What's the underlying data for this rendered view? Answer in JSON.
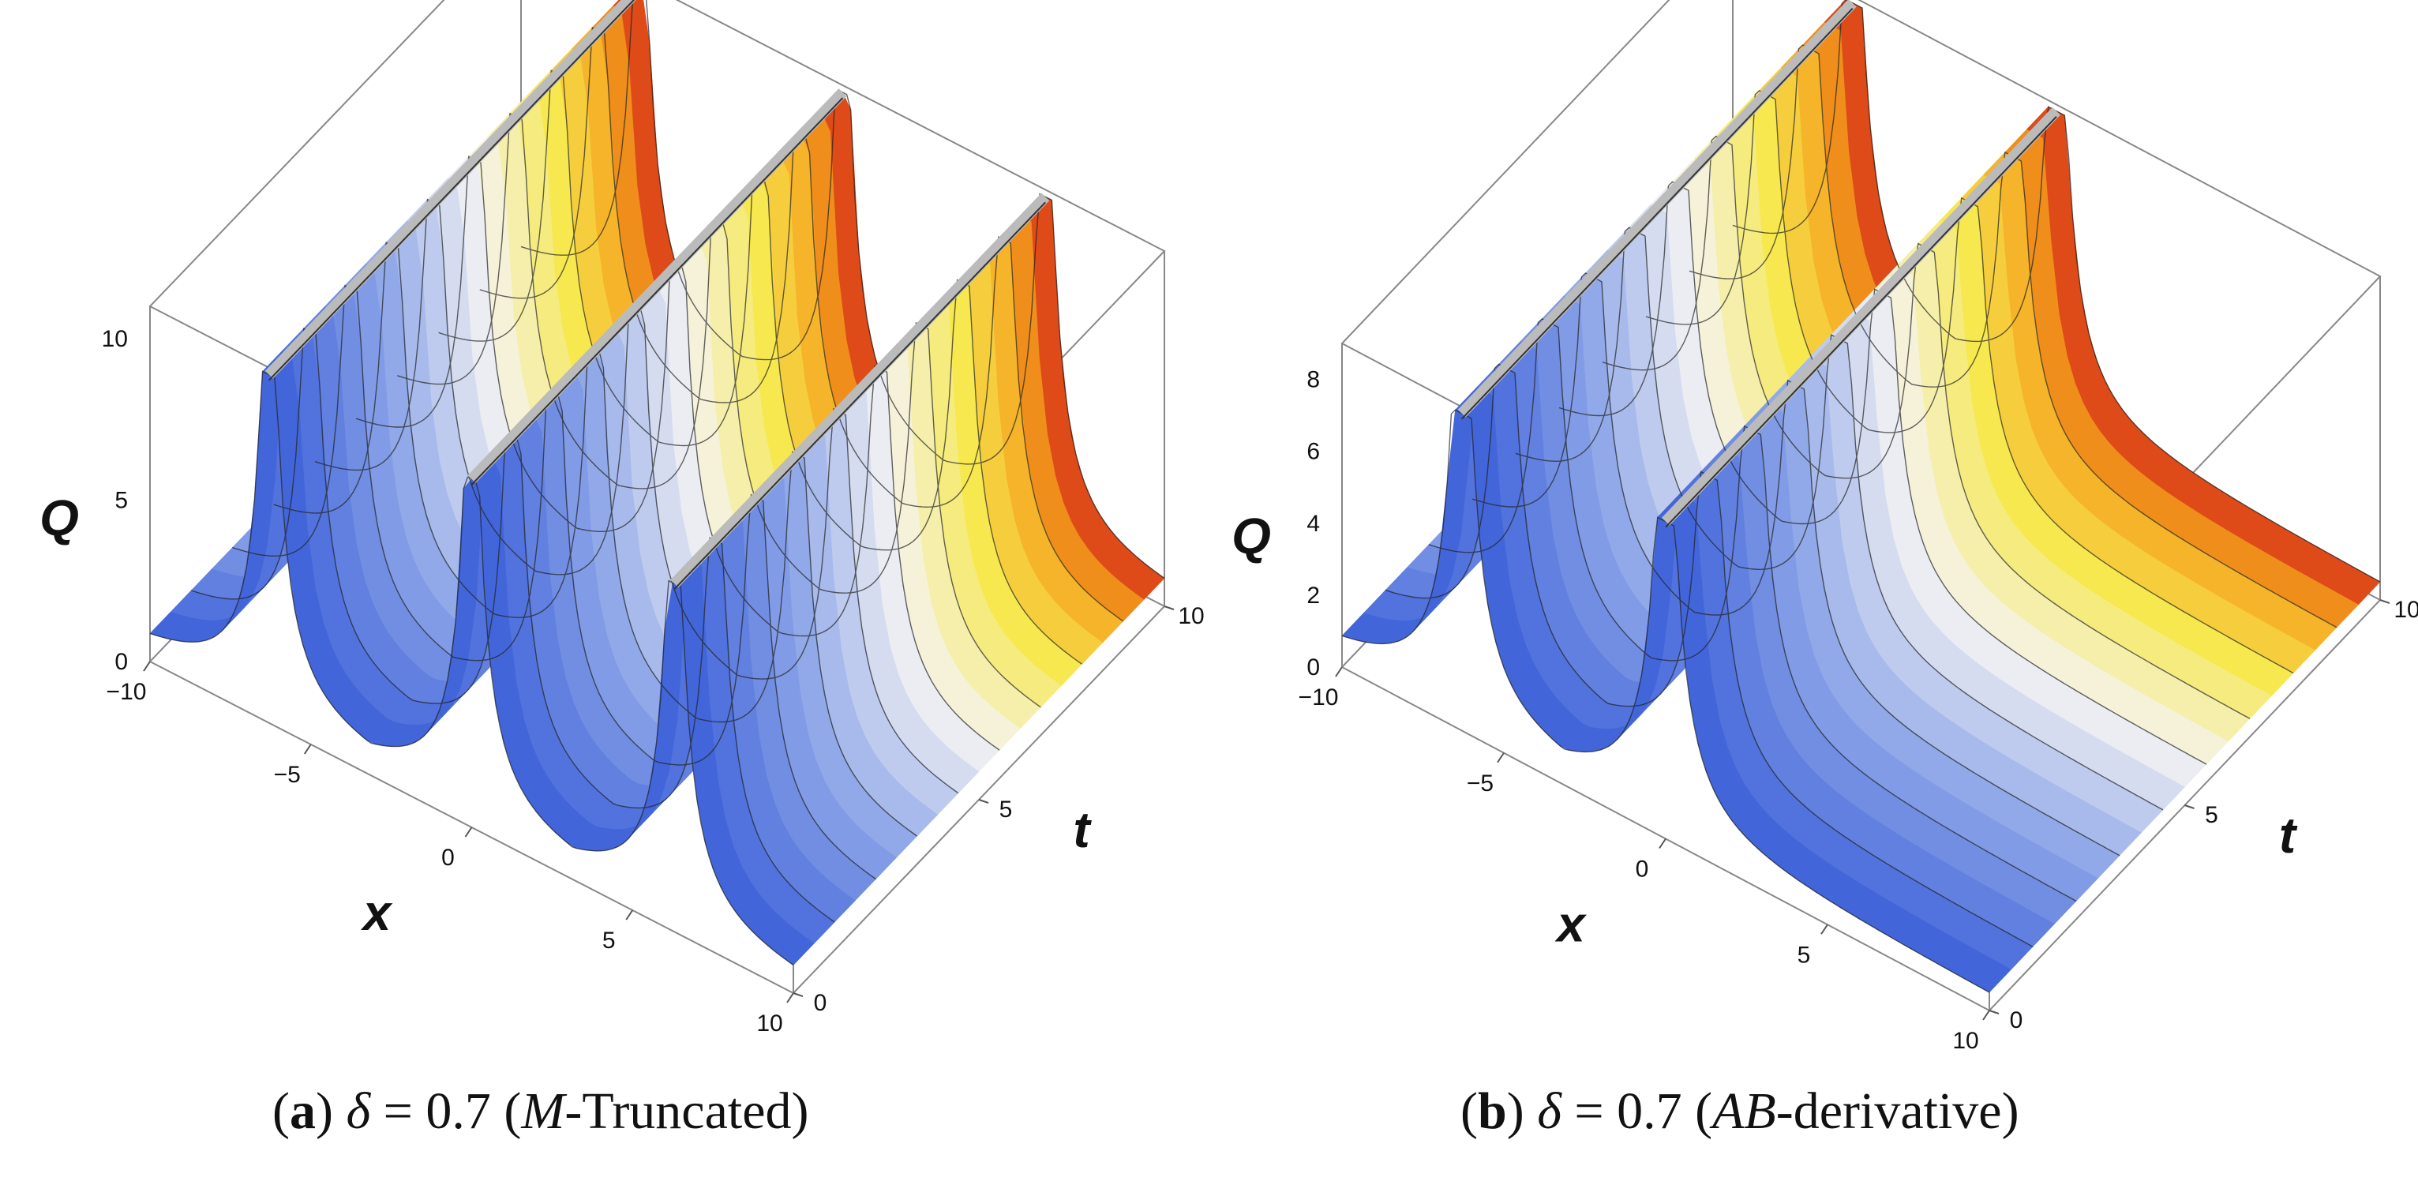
{
  "chart_data": [
    {
      "type": "surface3d",
      "panel_label": "a",
      "caption_symbol": "δ",
      "caption_eq": "= 0.7",
      "caption_note_italic": "M",
      "caption_note_rest": "-Truncated",
      "xlabel": "x",
      "ylabel": "t",
      "zlabel": "Q",
      "xlim": [
        -10,
        10
      ],
      "ylim": [
        0,
        10
      ],
      "zlim": [
        0,
        11
      ],
      "x_ticks": [
        -10,
        -5,
        0,
        5,
        10
      ],
      "y_ticks": [
        0,
        5,
        10
      ],
      "z_ticks": [
        0,
        5,
        10
      ],
      "x_tick_labels": [
        "−10",
        "−5",
        "0",
        "5",
        "10"
      ],
      "y_tick_labels": [
        "0",
        "5",
        "10"
      ],
      "z_tick_labels": [
        "0",
        "5",
        "10"
      ],
      "singularity_x": [
        -6.3,
        0,
        6.3
      ],
      "colormap": [
        "#3a5fd9",
        "#8fa7e8",
        "#f4f4f4",
        "#f7e850",
        "#f4a21c",
        "#d62a18"
      ]
    },
    {
      "type": "surface3d",
      "panel_label": "b",
      "caption_symbol": "δ",
      "caption_eq": "= 0.7",
      "caption_note_italic": "AB",
      "caption_note_rest": "-derivative",
      "xlabel": "x",
      "ylabel": "t",
      "zlabel": "Q",
      "xlim": [
        -10,
        10
      ],
      "ylim": [
        0,
        10
      ],
      "zlim": [
        0,
        9
      ],
      "x_ticks": [
        -10,
        -5,
        0,
        5,
        10
      ],
      "y_ticks": [
        0,
        5,
        10
      ],
      "z_ticks": [
        0,
        2,
        4,
        6,
        8
      ],
      "x_tick_labels": [
        "−10",
        "−5",
        "0",
        "5",
        "10"
      ],
      "y_tick_labels": [
        "0",
        "5",
        "10"
      ],
      "z_tick_labels": [
        "0",
        "2",
        "4",
        "6",
        "8"
      ],
      "singularity_x": [
        -6.3,
        0
      ],
      "colormap": [
        "#3a5fd9",
        "#8fa7e8",
        "#f4f4f4",
        "#f7e850",
        "#f4a21c",
        "#d62a18"
      ]
    }
  ]
}
